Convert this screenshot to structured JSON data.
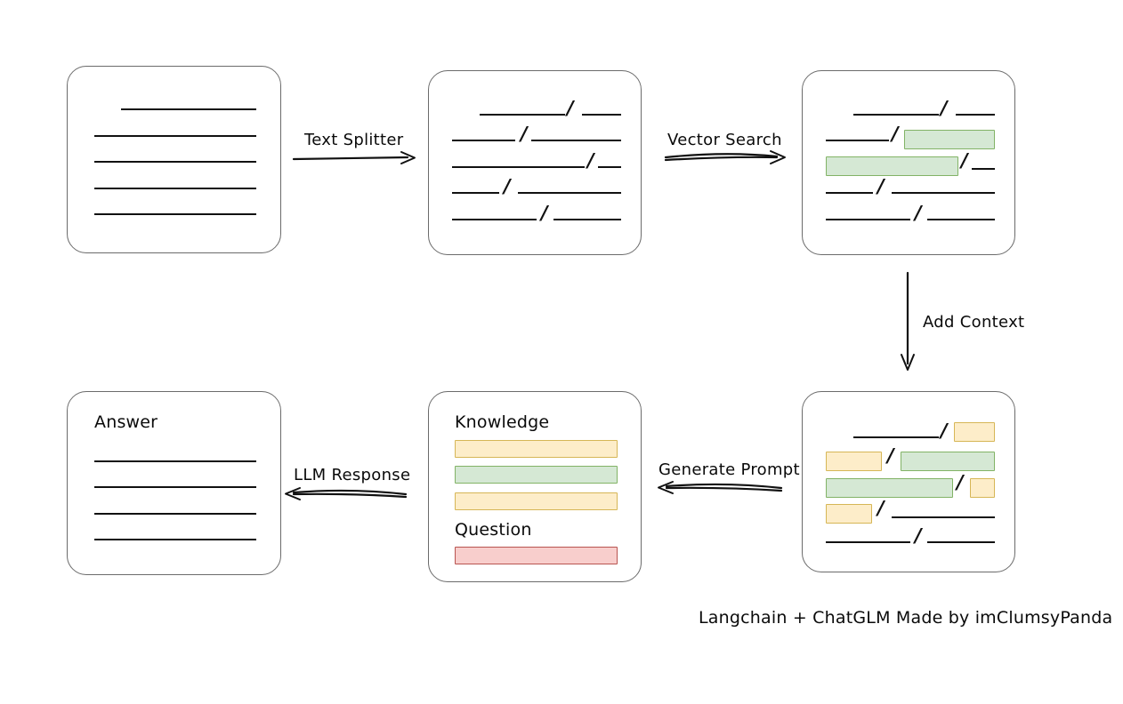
{
  "diagram": {
    "title_note": "Langchain + ChatGLM Made by imClumsyPanda",
    "colors": {
      "green_fill": "#d5e8d4",
      "green_stroke": "#82b366",
      "yellow_fill": "#fdedc9",
      "yellow_stroke": "#d6b656",
      "red_fill": "#f8cecc",
      "red_stroke": "#b85450",
      "box_stroke": "#6b6b6b",
      "line_stroke": "#111111"
    },
    "nodes": {
      "source_document": {
        "name": "source-document",
        "label": "",
        "lines": [
          {
            "indent": true,
            "segments": [
              {
                "type": "rule"
              }
            ]
          },
          {
            "indent": false,
            "segments": [
              {
                "type": "rule"
              }
            ]
          },
          {
            "indent": false,
            "segments": [
              {
                "type": "rule"
              }
            ]
          },
          {
            "indent": false,
            "segments": [
              {
                "type": "rule"
              }
            ]
          },
          {
            "indent": false,
            "segments": [
              {
                "type": "rule"
              }
            ]
          }
        ]
      },
      "split_chunks": {
        "name": "split-chunks",
        "label": "",
        "separator": "/"
      },
      "vector_matches": {
        "name": "vector-matched-chunks",
        "label": "",
        "separator": "/"
      },
      "context_chunks": {
        "name": "context-chunks",
        "label": "",
        "separator": "/"
      },
      "prompt": {
        "name": "prompt-box",
        "knowledge_label": "Knowledge",
        "question_label": "Question",
        "knowledge_bars": [
          "yellow",
          "green",
          "yellow"
        ],
        "question_bars": [
          "red"
        ]
      },
      "answer": {
        "name": "answer-box",
        "label": "Answer",
        "line_count": 4
      }
    },
    "edges": [
      {
        "id": "text-splitter",
        "label": "Text Splitter",
        "from": "source_document",
        "to": "split_chunks",
        "direction": "right"
      },
      {
        "id": "vector-search",
        "label": "Vector Search",
        "from": "split_chunks",
        "to": "vector_matches",
        "direction": "right"
      },
      {
        "id": "add-context",
        "label": "Add Context",
        "from": "vector_matches",
        "to": "context_chunks",
        "direction": "down"
      },
      {
        "id": "generate-prompt",
        "label": "Generate Prompt",
        "from": "context_chunks",
        "to": "prompt",
        "direction": "left"
      },
      {
        "id": "llm-response",
        "label": "LLM Response",
        "from": "prompt",
        "to": "answer",
        "direction": "left"
      }
    ]
  }
}
